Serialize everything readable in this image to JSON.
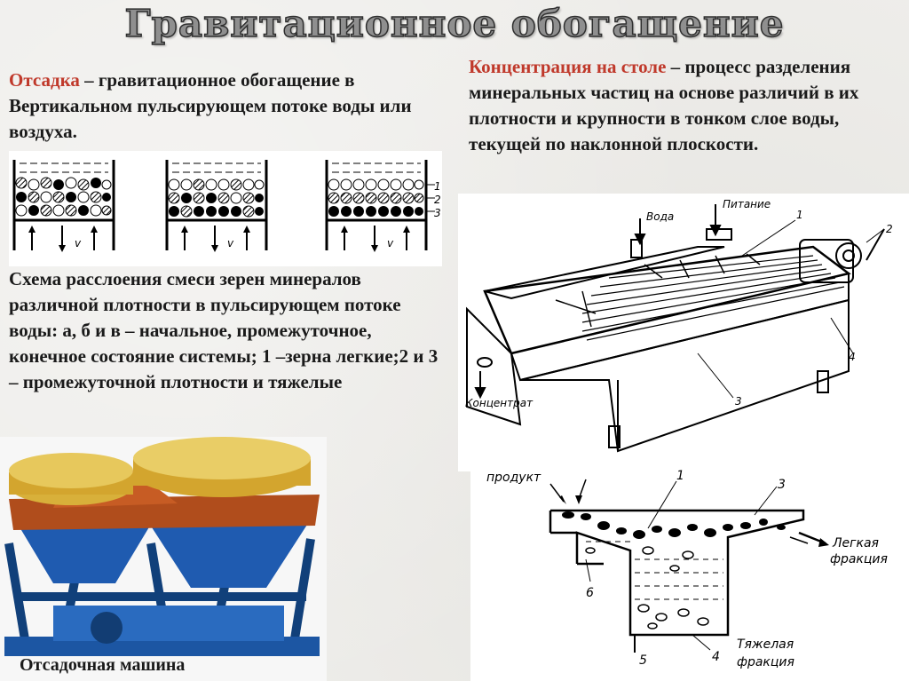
{
  "slide": {
    "title": "Гравитационное обогащение",
    "jigging": {
      "term": "Отсадка",
      "definition": " – гравитационное обогащение в Вертикальном пульсирующем потоке воды или воздуха."
    },
    "table_concentration": {
      "term": "Концентрация на столе",
      "definition": " – процесс разделения минеральных частиц на основе различий в их плотности и крупности в тонком слое воды, текущей по наклонной плоскости."
    },
    "stratification_caption": "Схема расслоения смеси зерен минералов различной плотности в пульсирующем потоке воды: а, б и в – начальное, промежуточное, конечное состояние системы; 1 –зерна легкие;2 и 3 – промежуточной плотности и тяжелые",
    "machine_caption": "Отсадочная машина"
  },
  "jig_diagram": {
    "flow_label": "v",
    "layer_labels": [
      "1",
      "2",
      "3"
    ]
  },
  "table_diagram": {
    "labels": {
      "water": "Вода",
      "feed": "Питание",
      "concentrate": "Концентрат",
      "n1": "1",
      "n2": "2",
      "n3": "3",
      "n4": "4"
    }
  },
  "separator_diagram": {
    "labels": {
      "product": "продукт",
      "light": "Легкая",
      "light2": "фракция",
      "heavy": "Тяжелая",
      "heavy2": "фракция",
      "n1": "1",
      "n3": "3",
      "n4": "4",
      "n5": "5",
      "n6": "6"
    }
  }
}
